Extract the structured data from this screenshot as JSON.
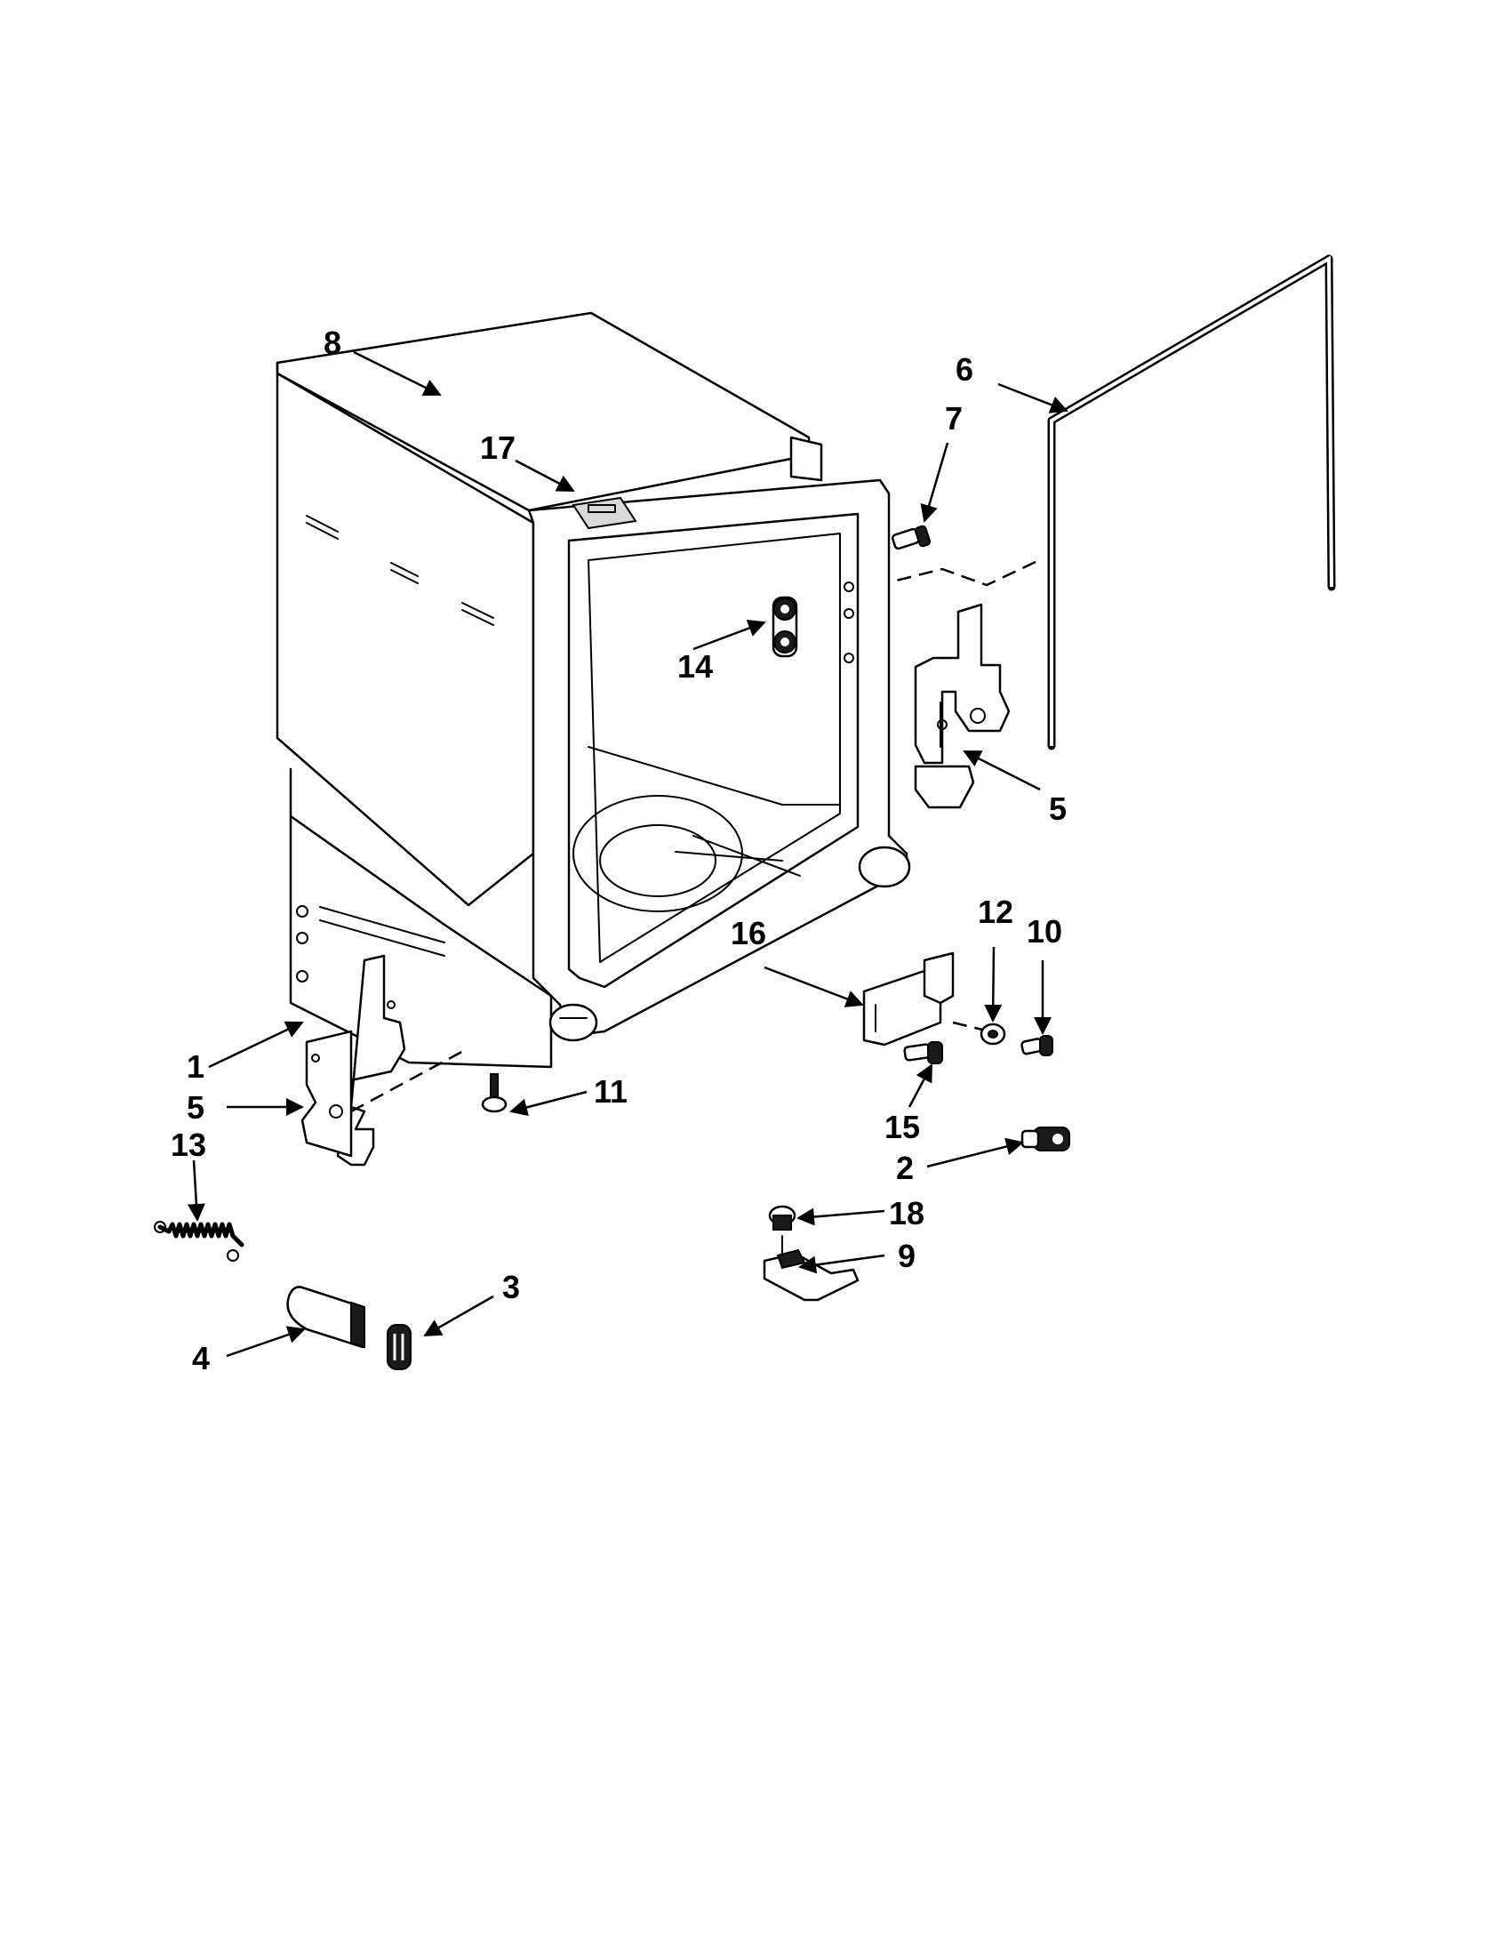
{
  "callouts": [
    {
      "id": "c8",
      "label": "8"
    },
    {
      "id": "c17",
      "label": "17"
    },
    {
      "id": "c6",
      "label": "6"
    },
    {
      "id": "c7",
      "label": "7"
    },
    {
      "id": "c14",
      "label": "14"
    },
    {
      "id": "c5a",
      "label": "5"
    },
    {
      "id": "c12",
      "label": "12"
    },
    {
      "id": "c10",
      "label": "10"
    },
    {
      "id": "c16",
      "label": "16"
    },
    {
      "id": "c15",
      "label": "15"
    },
    {
      "id": "c1",
      "label": "1"
    },
    {
      "id": "c5b",
      "label": "5"
    },
    {
      "id": "c11",
      "label": "11"
    },
    {
      "id": "c13",
      "label": "13"
    },
    {
      "id": "c2",
      "label": "2"
    },
    {
      "id": "c18",
      "label": "18"
    },
    {
      "id": "c9",
      "label": "9"
    },
    {
      "id": "c3",
      "label": "3"
    },
    {
      "id": "c4",
      "label": "4"
    }
  ]
}
